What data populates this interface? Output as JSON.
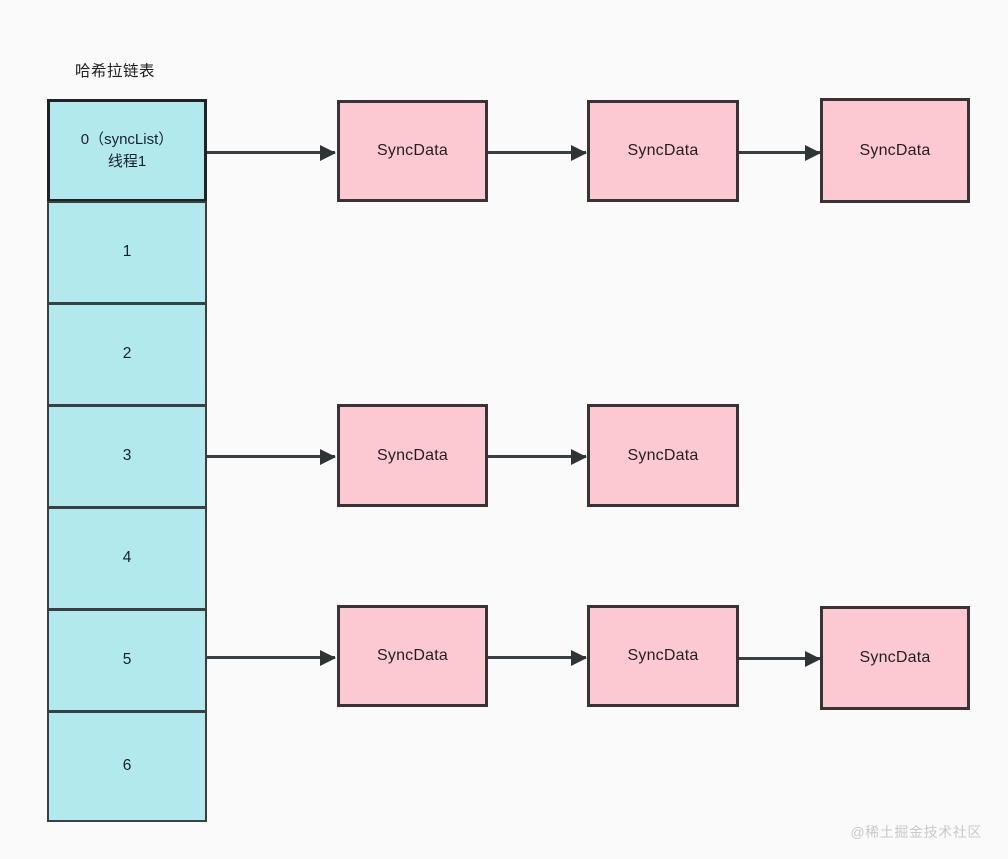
{
  "diagram": {
    "title": "哈希拉链表",
    "type": "hash-table-with-separate-chaining",
    "background_color": "#fafafa",
    "bucket_fill_color": "#b2e9ed",
    "bucket_border_color": "#3a4042",
    "node_fill_color": "#fcc9d2",
    "node_border_color": "#3a3335",
    "arrow_color": "#3a3f41"
  },
  "hash_table": {
    "name": "哈希拉链表",
    "buckets": [
      {
        "index": "0",
        "label": "0（syncList）\n线程1",
        "is_head": true
      },
      {
        "index": "1",
        "label": "1",
        "is_head": false
      },
      {
        "index": "2",
        "label": "2",
        "is_head": false
      },
      {
        "index": "3",
        "label": "3",
        "is_head": false
      },
      {
        "index": "4",
        "label": "4",
        "is_head": false
      },
      {
        "index": "5",
        "label": "5",
        "is_head": false
      },
      {
        "index": "6",
        "label": "6",
        "is_head": false
      }
    ]
  },
  "chains": [
    {
      "bucket_index": "0",
      "node_count": 3,
      "nodes": [
        {
          "label": "SyncData"
        },
        {
          "label": "SyncData"
        },
        {
          "label": "SyncData"
        }
      ]
    },
    {
      "bucket_index": "3",
      "node_count": 2,
      "nodes": [
        {
          "label": "SyncData"
        },
        {
          "label": "SyncData"
        }
      ]
    },
    {
      "bucket_index": "5",
      "node_count": 3,
      "nodes": [
        {
          "label": "SyncData"
        },
        {
          "label": "SyncData"
        },
        {
          "label": "SyncData"
        }
      ]
    }
  ],
  "watermark": {
    "text": "@稀土掘金技术社区"
  }
}
